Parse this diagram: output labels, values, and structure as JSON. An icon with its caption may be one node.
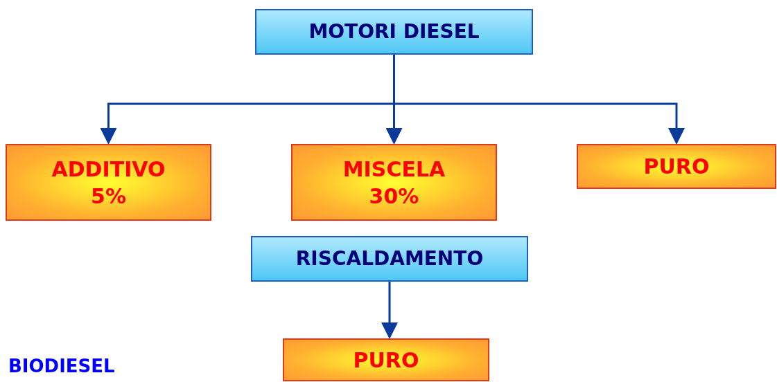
{
  "diagram": {
    "nodes": [
      {
        "text": [
          "MOTORI DIESEL"
        ]
      },
      {
        "text": [
          "ADDITIVO 5%"
        ]
      },
      {
        "text": [
          "MISCELA 30%"
        ]
      },
      {
        "text": [
          "PURO"
        ]
      },
      {
        "text": [
          "RISCALDAMENTO"
        ]
      },
      {
        "text": [
          "PURO"
        ]
      }
    ],
    "edges": [
      {
        "from": 0,
        "to": 1,
        "arrow": "to"
      },
      {
        "from": 0,
        "to": 2,
        "arrow": "to"
      },
      {
        "from": 0,
        "to": 3,
        "arrow": "to"
      },
      {
        "from": 4,
        "to": 5,
        "arrow": "to"
      }
    ],
    "labels": [
      "BIODIESEL"
    ]
  }
}
